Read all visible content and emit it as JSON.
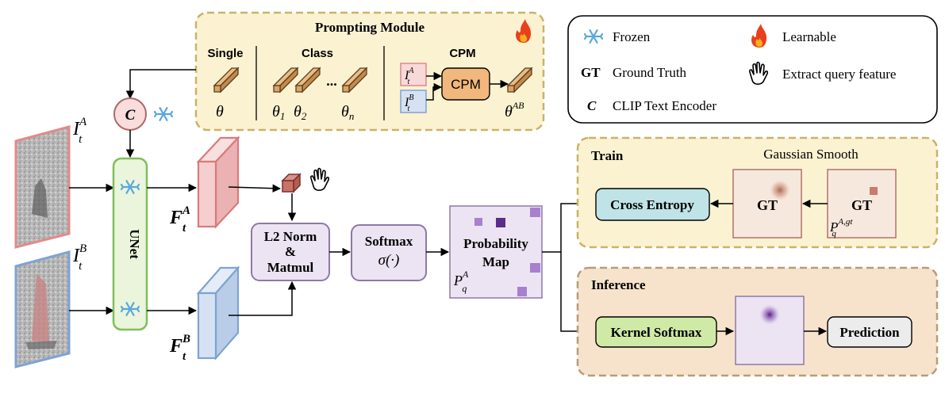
{
  "prompting_module": {
    "title": "Prompting Module",
    "single_label": "Single",
    "class_label": "Class",
    "cpm_label": "CPM",
    "cpm_box": "CPM",
    "dots": "...",
    "theta": "θ",
    "theta_1": "θ",
    "theta_1_sub": "1",
    "theta_2": "θ",
    "theta_2_sub": "2",
    "theta_n": "θ",
    "theta_n_sub": "n",
    "theta_ab": "θ",
    "theta_ab_sup": "AB",
    "it_a_symbol": "I",
    "it_a_sup": "A",
    "it_a_sub": "t",
    "it_b_symbol": "I",
    "it_b_sup": "B",
    "it_b_sub": "t"
  },
  "legend": {
    "frozen": "Frozen",
    "learnable": "Learnable",
    "gt_key": "GT",
    "gt_desc": "Ground Truth",
    "extract": "Extract query feature",
    "c_key": "C",
    "c_desc": "CLIP Text Encoder"
  },
  "left": {
    "clip_c": "C",
    "unet": "UNet",
    "it_a": "I",
    "it_a_sup": "A",
    "it_a_sub": "t",
    "it_b": "I",
    "it_b_sup": "B",
    "it_b_sub": "t",
    "ft_a": "F",
    "ft_a_sup": "A",
    "ft_a_sub": "t",
    "ft_b": "F",
    "ft_b_sup": "B",
    "ft_b_sub": "t"
  },
  "middle": {
    "l2_line1": "L2 Norm",
    "l2_line2": "&",
    "l2_line3": "Matmul",
    "softmax_line1": "Softmax",
    "softmax_line2": "σ(·)",
    "prob_line1": "Probability",
    "prob_line2": "Map",
    "pq": "P",
    "pq_sup": "A",
    "pq_sub": "q"
  },
  "train": {
    "title": "Train",
    "gaussian": "Gaussian Smooth",
    "cross_entropy": "Cross Entropy",
    "gt_left": "GT",
    "gt_right": "GT",
    "pq": "P",
    "pq_sup": "A,gt",
    "pq_sub": "q"
  },
  "inference": {
    "title": "Inference",
    "kernel_softmax": "Kernel Softmax",
    "prediction": "Prediction"
  },
  "colors": {
    "module_fill": "#fbf2d2",
    "module_border": "#c9b26a",
    "inference_fill": "#f7e3cc",
    "inference_border": "#b89c79",
    "unet_fill": "#eaf5dc",
    "unet_border": "#7fbf5a",
    "purple_fill": "#ece4f2",
    "purple_border": "#8f78a8",
    "feature_red": "#f5cfcf",
    "feature_blue": "#d6e2f2",
    "ce_fill": "#bfe3e6",
    "ks_fill": "#cfeaa6",
    "cpm_fill": "#f2b77c",
    "prompt_bar": "#d9a468"
  },
  "icons": [
    "snowflake-icon",
    "fire-icon",
    "hand-icon",
    "feature-cube-icon",
    "embedding-bar-icon"
  ]
}
